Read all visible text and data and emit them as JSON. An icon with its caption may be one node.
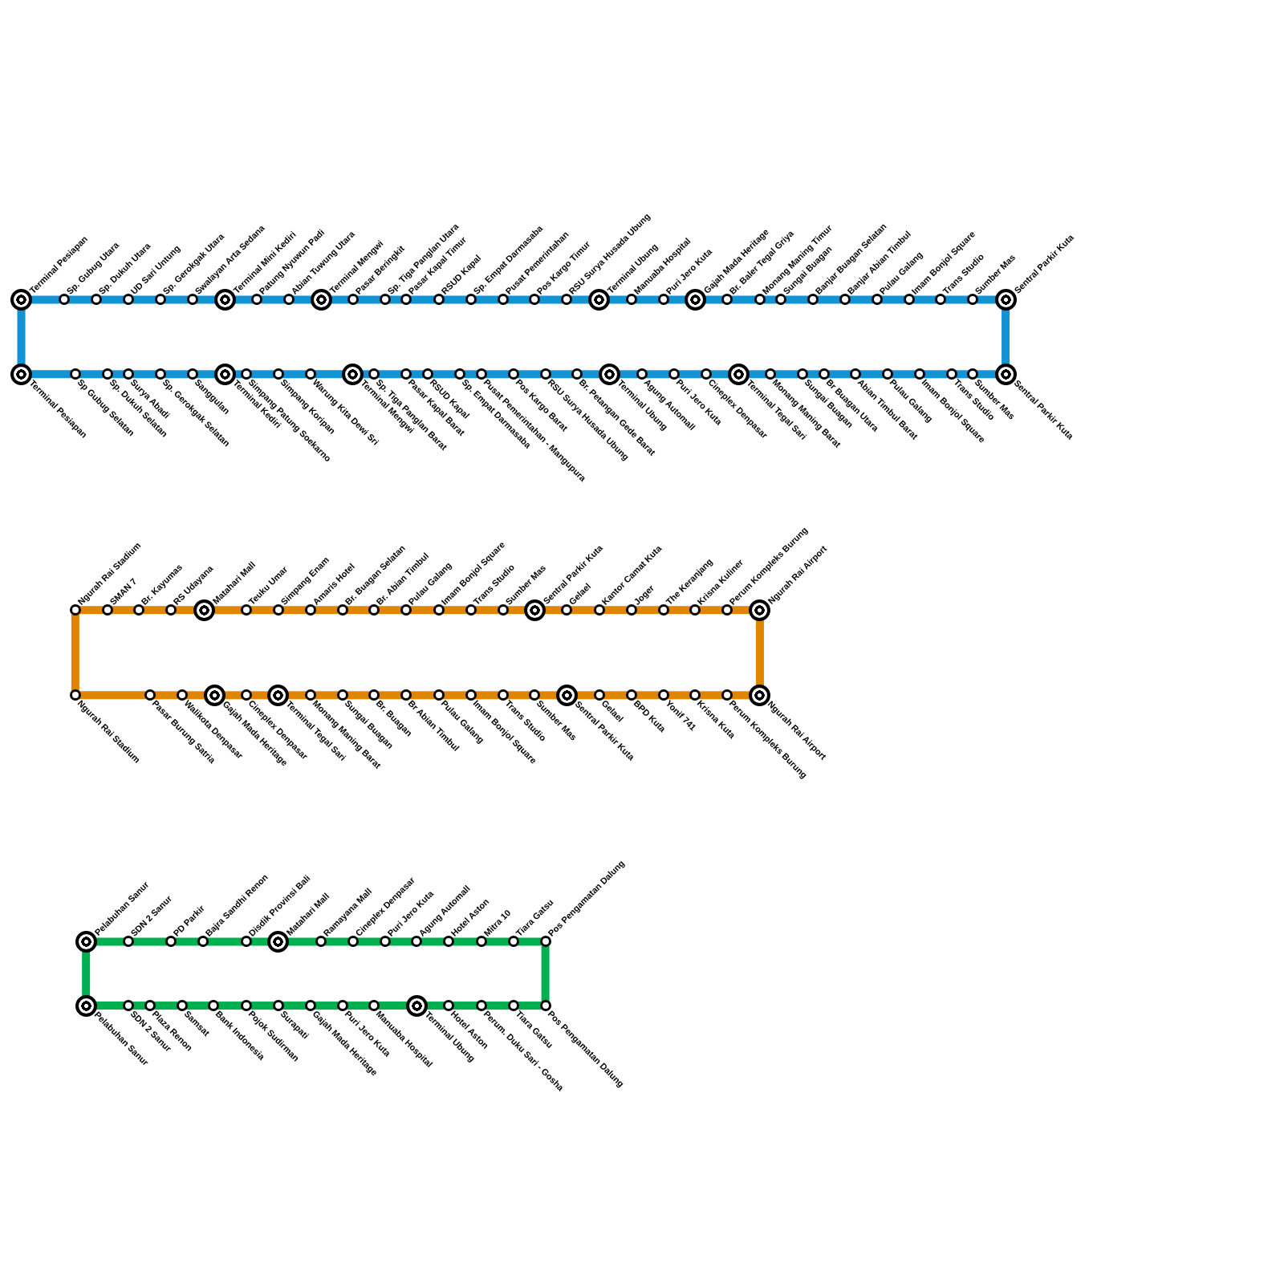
{
  "diagram": {
    "nodes": [
      {
        "text": [
          "Terminal Pesiapan"
        ]
      },
      {
        "text": [
          "Sp. Gubug Utara"
        ]
      },
      {
        "text": [
          "Sp. Dukuh Utara"
        ]
      },
      {
        "text": [
          "UD Sari Untung"
        ]
      },
      {
        "text": [
          "Sp. Gerokgak Utara"
        ]
      },
      {
        "text": [
          "Swalayan Arta Sedana"
        ]
      },
      {
        "text": [
          "Terminal Mini Kediri"
        ]
      },
      {
        "text": [
          "Patung Nyuwun Padi"
        ]
      },
      {
        "text": [
          "Abian Tuwung Utara"
        ]
      },
      {
        "text": [
          "Terminal Mengwi"
        ]
      },
      {
        "text": [
          "Pasar Beringkit"
        ]
      },
      {
        "text": [
          "Sp. Tiga Panglan Utara"
        ]
      },
      {
        "text": [
          "Pasar Kapal Timur"
        ]
      },
      {
        "text": [
          "RSUD Kapal"
        ]
      },
      {
        "text": [
          "Sp. Empat Darmasaba"
        ]
      },
      {
        "text": [
          "Pusat Pemerintahan"
        ]
      },
      {
        "text": [
          "Pos Kargo Timur"
        ]
      },
      {
        "text": [
          "RSU Surya Husada Ubung"
        ]
      },
      {
        "text": [
          "Terminal Ubung"
        ]
      },
      {
        "text": [
          "Manuaba Hospital"
        ]
      },
      {
        "text": [
          "Puri Jero Kuta"
        ]
      },
      {
        "text": [
          "Gajah Mada Heritage"
        ]
      },
      {
        "text": [
          "Br. Baler Tegal Griya"
        ]
      },
      {
        "text": [
          "Monang Maning Timur"
        ]
      },
      {
        "text": [
          "Sungai Buagan"
        ]
      },
      {
        "text": [
          "Banjar Buagan Selatan"
        ]
      },
      {
        "text": [
          "Banjar Abian Timbul"
        ]
      },
      {
        "text": [
          "Pulau Galang"
        ]
      },
      {
        "text": [
          "Imam Bonjol Square"
        ]
      },
      {
        "text": [
          "Trans Studio"
        ]
      },
      {
        "text": [
          "Sumber Mas"
        ]
      },
      {
        "text": [
          "Sentral Parkir Kuta"
        ]
      },
      {
        "text": [
          "Terminal Pesiapan"
        ]
      },
      {
        "text": [
          "Sp Gubug Selatan"
        ]
      },
      {
        "text": [
          "Sp. Dukuh Selatan"
        ]
      },
      {
        "text": [
          "Surya Abadi"
        ]
      },
      {
        "text": [
          "Sp. Gerokgak Selatan"
        ]
      },
      {
        "text": [
          "Sanggulan"
        ]
      },
      {
        "text": [
          "Terminal Kediri"
        ]
      },
      {
        "text": [
          "Simpang Patung Soekarno"
        ]
      },
      {
        "text": [
          "Simpang Koripan"
        ]
      },
      {
        "text": [
          "Warung Kita Dewi Sri"
        ]
      },
      {
        "text": [
          "Terminal Mengwi"
        ]
      },
      {
        "text": [
          "Sp. Tiga Panglan Barat"
        ]
      },
      {
        "text": [
          "Pasar Kapal Barat"
        ]
      },
      {
        "text": [
          "RSUD Kapal"
        ]
      },
      {
        "text": [
          "Sp. Empat Darmasaba"
        ]
      },
      {
        "text": [
          "Pusat Pemerintahan - Mangupura"
        ]
      },
      {
        "text": [
          "Pos Kargo Barat"
        ]
      },
      {
        "text": [
          "RSU Surya Husada Ubung"
        ]
      },
      {
        "text": [
          "Br. Petangan Gede Barat"
        ]
      },
      {
        "text": [
          "Terminal Ubung"
        ]
      },
      {
        "text": [
          "Agung Automall"
        ]
      },
      {
        "text": [
          "Puri Jero Kuta"
        ]
      },
      {
        "text": [
          "Cineplex Denpasar"
        ]
      },
      {
        "text": [
          "Terminal Tegal Sari"
        ]
      },
      {
        "text": [
          "Monang Maning Barat"
        ]
      },
      {
        "text": [
          "Sungai Buagan"
        ]
      },
      {
        "text": [
          "Br Buagan Utara"
        ]
      },
      {
        "text": [
          "Abian Timbul Barat"
        ]
      },
      {
        "text": [
          "Pulau Galang"
        ]
      },
      {
        "text": [
          "Imam Bonjol Square"
        ]
      },
      {
        "text": [
          "Trans Studio"
        ]
      },
      {
        "text": [
          "Sumber Mas"
        ]
      },
      {
        "text": [
          "Sentral Parkir Kuta"
        ]
      },
      {
        "text": [
          "Ngurah Rai Stadium"
        ]
      },
      {
        "text": [
          "SMAN 7"
        ]
      },
      {
        "text": [
          "Br. Kayumas"
        ]
      },
      {
        "text": [
          "RS Udayana"
        ]
      },
      {
        "text": [
          "Matahari Mall"
        ]
      },
      {
        "text": [
          "Teuku Umar"
        ]
      },
      {
        "text": [
          "Simpang Enam"
        ]
      },
      {
        "text": [
          "Amaris Hotel"
        ]
      },
      {
        "text": [
          "Br. Buagan Selatan"
        ]
      },
      {
        "text": [
          "Br. Abian Timbul"
        ]
      },
      {
        "text": [
          "Pulau Galang"
        ]
      },
      {
        "text": [
          "Imam Bonjol Square"
        ]
      },
      {
        "text": [
          "Trans Studio"
        ]
      },
      {
        "text": [
          "Sumber Mas"
        ]
      },
      {
        "text": [
          "Sentral Parkir Kuta"
        ]
      },
      {
        "text": [
          "Gelael"
        ]
      },
      {
        "text": [
          "Kantor Camat Kuta"
        ]
      },
      {
        "text": [
          "Joger"
        ]
      },
      {
        "text": [
          "The Keranjang"
        ]
      },
      {
        "text": [
          "Krisna Kuliner"
        ]
      },
      {
        "text": [
          "Perum Kompleks Burung"
        ]
      },
      {
        "text": [
          "Ngurah Rai Airport"
        ]
      },
      {
        "text": [
          "Ngurah Rai Stadium"
        ]
      },
      {
        "text": [
          "Pasar Burung Satria"
        ]
      },
      {
        "text": [
          "Walikota Denpasar"
        ]
      },
      {
        "text": [
          "Gajah Mada Heritage"
        ]
      },
      {
        "text": [
          "Cineplex Denpasar"
        ]
      },
      {
        "text": [
          "Terminal Tegal Sari"
        ]
      },
      {
        "text": [
          "Monang Maning Barat"
        ]
      },
      {
        "text": [
          "Sungai Buagan"
        ]
      },
      {
        "text": [
          "Br. Buagan"
        ]
      },
      {
        "text": [
          "Br Abian Timbul"
        ]
      },
      {
        "text": [
          "Pulau Galang"
        ]
      },
      {
        "text": [
          "Imam Bonjol Square"
        ]
      },
      {
        "text": [
          "Trans Studio"
        ]
      },
      {
        "text": [
          "Sumber Mas"
        ]
      },
      {
        "text": [
          "Sentral Parkir Kuta"
        ]
      },
      {
        "text": [
          "Gelael"
        ]
      },
      {
        "text": [
          "BPD Kuta"
        ]
      },
      {
        "text": [
          "Yonif 741"
        ]
      },
      {
        "text": [
          "Krisna Kuta"
        ]
      },
      {
        "text": [
          "Perum Kompleks Burung"
        ]
      },
      {
        "text": [
          "Ngurah Rai Airport"
        ]
      },
      {
        "text": [
          "Pelabuhan Sanur"
        ]
      },
      {
        "text": [
          "SDN 2 Sanur"
        ]
      },
      {
        "text": [
          "PD Parkir"
        ]
      },
      {
        "text": [
          "Bajra Sandhi Renon"
        ]
      },
      {
        "text": [
          "Disdik Provinsi Bali"
        ]
      },
      {
        "text": [
          "Matahari Mall"
        ]
      },
      {
        "text": [
          "Ramayana Mall"
        ]
      },
      {
        "text": [
          "Cineplex Denpasar"
        ]
      },
      {
        "text": [
          "Puri Jero Kuta"
        ]
      },
      {
        "text": [
          "Agung Automall"
        ]
      },
      {
        "text": [
          "Hotel Aston"
        ]
      },
      {
        "text": [
          "Mitra 10"
        ]
      },
      {
        "text": [
          "Tiara Gatsu"
        ]
      },
      {
        "text": [
          "Pos Pengamatan Dalung"
        ]
      },
      {
        "text": [
          "Pelabuhan Sanur"
        ]
      },
      {
        "text": [
          "SDN 2 Sanur"
        ]
      },
      {
        "text": [
          "Plaza Renon"
        ]
      },
      {
        "text": [
          "Samsat"
        ]
      },
      {
        "text": [
          "Bank Indonesia"
        ]
      },
      {
        "text": [
          "Pojok Sudirman"
        ]
      },
      {
        "text": [
          "Surapati"
        ]
      },
      {
        "text": [
          "Gajah Mada Heritage"
        ]
      },
      {
        "text": [
          "Puri Jero Kuta"
        ]
      },
      {
        "text": [
          "Manuaba Hospital"
        ]
      },
      {
        "text": [
          "Terminal Ubung"
        ]
      },
      {
        "text": [
          "Hotel Aston"
        ]
      },
      {
        "text": [
          "Perum. Duku Sari - Gosha"
        ]
      },
      {
        "text": [
          "Tiara Gatsu"
        ]
      },
      {
        "text": [
          "Pos Pengamatan Dalung"
        ]
      }
    ],
    "edges": [
      {
        "from": 0,
        "to": 1,
        "arrow": "none"
      },
      {
        "from": 1,
        "to": 2,
        "arrow": "none"
      },
      {
        "from": 2,
        "to": 3,
        "arrow": "none"
      },
      {
        "from": 3,
        "to": 4,
        "arrow": "none"
      },
      {
        "from": 4,
        "to": 5,
        "arrow": "none"
      },
      {
        "from": 5,
        "to": 6,
        "arrow": "none"
      },
      {
        "from": 6,
        "to": 7,
        "arrow": "none"
      },
      {
        "from": 7,
        "to": 8,
        "arrow": "none"
      },
      {
        "from": 8,
        "to": 9,
        "arrow": "none"
      },
      {
        "from": 9,
        "to": 10,
        "arrow": "none"
      },
      {
        "from": 10,
        "to": 11,
        "arrow": "none"
      },
      {
        "from": 11,
        "to": 12,
        "arrow": "none"
      },
      {
        "from": 12,
        "to": 13,
        "arrow": "none"
      },
      {
        "from": 13,
        "to": 14,
        "arrow": "none"
      },
      {
        "from": 14,
        "to": 15,
        "arrow": "none"
      },
      {
        "from": 15,
        "to": 16,
        "arrow": "none"
      },
      {
        "from": 16,
        "to": 17,
        "arrow": "none"
      },
      {
        "from": 17,
        "to": 18,
        "arrow": "none"
      },
      {
        "from": 18,
        "to": 19,
        "arrow": "none"
      },
      {
        "from": 19,
        "to": 20,
        "arrow": "none"
      },
      {
        "from": 20,
        "to": 21,
        "arrow": "none"
      },
      {
        "from": 21,
        "to": 22,
        "arrow": "none"
      },
      {
        "from": 22,
        "to": 23,
        "arrow": "none"
      },
      {
        "from": 23,
        "to": 24,
        "arrow": "none"
      },
      {
        "from": 24,
        "to": 25,
        "arrow": "none"
      },
      {
        "from": 25,
        "to": 26,
        "arrow": "none"
      },
      {
        "from": 26,
        "to": 27,
        "arrow": "none"
      },
      {
        "from": 27,
        "to": 28,
        "arrow": "none"
      },
      {
        "from": 28,
        "to": 29,
        "arrow": "none"
      },
      {
        "from": 29,
        "to": 30,
        "arrow": "none"
      },
      {
        "from": 30,
        "to": 31,
        "arrow": "none"
      },
      {
        "from": 31,
        "to": 64,
        "arrow": "none"
      },
      {
        "from": 32,
        "to": 0,
        "arrow": "none"
      },
      {
        "from": 32,
        "to": 33,
        "arrow": "none"
      },
      {
        "from": 33,
        "to": 34,
        "arrow": "none"
      },
      {
        "from": 34,
        "to": 35,
        "arrow": "none"
      },
      {
        "from": 35,
        "to": 36,
        "arrow": "none"
      },
      {
        "from": 36,
        "to": 37,
        "arrow": "none"
      },
      {
        "from": 37,
        "to": 38,
        "arrow": "none"
      },
      {
        "from": 38,
        "to": 39,
        "arrow": "none"
      },
      {
        "from": 39,
        "to": 40,
        "arrow": "none"
      },
      {
        "from": 40,
        "to": 41,
        "arrow": "none"
      },
      {
        "from": 41,
        "to": 42,
        "arrow": "none"
      },
      {
        "from": 42,
        "to": 43,
        "arrow": "none"
      },
      {
        "from": 43,
        "to": 44,
        "arrow": "none"
      },
      {
        "from": 44,
        "to": 45,
        "arrow": "none"
      },
      {
        "from": 45,
        "to": 46,
        "arrow": "none"
      },
      {
        "from": 46,
        "to": 47,
        "arrow": "none"
      },
      {
        "from": 47,
        "to": 48,
        "arrow": "none"
      },
      {
        "from": 48,
        "to": 49,
        "arrow": "none"
      },
      {
        "from": 49,
        "to": 50,
        "arrow": "none"
      },
      {
        "from": 50,
        "to": 51,
        "arrow": "none"
      },
      {
        "from": 51,
        "to": 52,
        "arrow": "none"
      },
      {
        "from": 52,
        "to": 53,
        "arrow": "none"
      },
      {
        "from": 53,
        "to": 54,
        "arrow": "none"
      },
      {
        "from": 54,
        "to": 55,
        "arrow": "none"
      },
      {
        "from": 55,
        "to": 56,
        "arrow": "none"
      },
      {
        "from": 56,
        "to": 57,
        "arrow": "none"
      },
      {
        "from": 57,
        "to": 58,
        "arrow": "none"
      },
      {
        "from": 58,
        "to": 59,
        "arrow": "none"
      },
      {
        "from": 59,
        "to": 60,
        "arrow": "none"
      },
      {
        "from": 60,
        "to": 61,
        "arrow": "none"
      },
      {
        "from": 61,
        "to": 62,
        "arrow": "none"
      },
      {
        "from": 62,
        "to": 63,
        "arrow": "none"
      },
      {
        "from": 63,
        "to": 64,
        "arrow": "none"
      },
      {
        "from": 65,
        "to": 66,
        "arrow": "none",
        "color": "#df8600"
      },
      {
        "from": 66,
        "to": 67,
        "arrow": "none",
        "color": "#df8600"
      },
      {
        "from": 67,
        "to": 68,
        "arrow": "none",
        "color": "#df8600"
      },
      {
        "from": 68,
        "to": 69,
        "arrow": "none",
        "color": "#df8600"
      },
      {
        "from": 69,
        "to": 70,
        "arrow": "none",
        "color": "#df8600"
      },
      {
        "from": 70,
        "to": 71,
        "arrow": "none",
        "color": "#df8600"
      },
      {
        "from": 71,
        "to": 72,
        "arrow": "none",
        "color": "#df8600"
      },
      {
        "from": 72,
        "to": 73,
        "arrow": "none",
        "color": "#df8600"
      },
      {
        "from": 73,
        "to": 74,
        "arrow": "none",
        "color": "#df8600"
      },
      {
        "from": 74,
        "to": 75,
        "arrow": "none",
        "color": "#df8600"
      },
      {
        "from": 75,
        "to": 76,
        "arrow": "none",
        "color": "#df8600"
      },
      {
        "from": 76,
        "to": 77,
        "arrow": "none",
        "color": "#df8600"
      },
      {
        "from": 77,
        "to": 78,
        "arrow": "none",
        "color": "#df8600"
      },
      {
        "from": 78,
        "to": 79,
        "arrow": "none",
        "color": "#df8600"
      },
      {
        "from": 79,
        "to": 80,
        "arrow": "none",
        "color": "#df8600"
      },
      {
        "from": 80,
        "to": 81,
        "arrow": "none",
        "color": "#df8600"
      },
      {
        "from": 81,
        "to": 82,
        "arrow": "none",
        "color": "#df8600"
      },
      {
        "from": 82,
        "to": 83,
        "arrow": "none",
        "color": "#df8600"
      },
      {
        "from": 83,
        "to": 84,
        "arrow": "none",
        "color": "#df8600"
      },
      {
        "from": 84,
        "to": 85,
        "arrow": "none",
        "color": "#df8600"
      },
      {
        "from": 85,
        "to": 86,
        "arrow": "none",
        "color": "#df8600"
      },
      {
        "from": 86,
        "to": 107,
        "arrow": "none",
        "color": "#df8600"
      },
      {
        "from": 65,
        "to": 87,
        "arrow": "none",
        "color": "#df8600"
      },
      {
        "from": 87,
        "to": 88,
        "arrow": "none",
        "color": "#df8600"
      },
      {
        "from": 88,
        "to": 89,
        "arrow": "none",
        "color": "#df8600"
      },
      {
        "from": 89,
        "to": 90,
        "arrow": "none",
        "color": "#df8600"
      },
      {
        "from": 90,
        "to": 91,
        "arrow": "none",
        "color": "#df8600"
      },
      {
        "from": 91,
        "to": 92,
        "arrow": "none",
        "color": "#df8600"
      },
      {
        "from": 92,
        "to": 93,
        "arrow": "none",
        "color": "#df8600"
      },
      {
        "from": 93,
        "to": 94,
        "arrow": "none",
        "color": "#df8600"
      },
      {
        "from": 94,
        "to": 95,
        "arrow": "none",
        "color": "#df8600"
      },
      {
        "from": 95,
        "to": 96,
        "arrow": "none",
        "color": "#df8600"
      },
      {
        "from": 96,
        "to": 97,
        "arrow": "none",
        "color": "#df8600"
      },
      {
        "from": 97,
        "to": 98,
        "arrow": "none",
        "color": "#df8600"
      },
      {
        "from": 98,
        "to": 99,
        "arrow": "none",
        "color": "#df8600"
      },
      {
        "from": 99,
        "to": 100,
        "arrow": "none",
        "color": "#df8600"
      },
      {
        "from": 100,
        "to": 101,
        "arrow": "none",
        "color": "#df8600"
      },
      {
        "from": 101,
        "to": 102,
        "arrow": "none",
        "color": "#df8600"
      },
      {
        "from": 102,
        "to": 103,
        "arrow": "none",
        "color": "#df8600"
      },
      {
        "from": 103,
        "to": 104,
        "arrow": "none",
        "color": "#df8600"
      },
      {
        "from": 104,
        "to": 105,
        "arrow": "none",
        "color": "#df8600"
      },
      {
        "from": 105,
        "to": 106,
        "arrow": "none",
        "color": "#df8600"
      },
      {
        "from": 106,
        "to": 107,
        "arrow": "none",
        "color": "#df8600"
      },
      {
        "from": 108,
        "to": 109,
        "arrow": "none",
        "color": "#00b050"
      },
      {
        "from": 109,
        "to": 110,
        "arrow": "none",
        "color": "#00b050"
      },
      {
        "from": 110,
        "to": 111,
        "arrow": "none",
        "color": "#00b050"
      },
      {
        "from": 111,
        "to": 112,
        "arrow": "none",
        "color": "#00b050"
      },
      {
        "from": 112,
        "to": 113,
        "arrow": "none",
        "color": "#00b050"
      },
      {
        "from": 113,
        "to": 114,
        "arrow": "none",
        "color": "#00b050"
      },
      {
        "from": 114,
        "to": 115,
        "arrow": "none",
        "color": "#00b050"
      },
      {
        "from": 115,
        "to": 116,
        "arrow": "none",
        "color": "#00b050"
      },
      {
        "from": 116,
        "to": 117,
        "arrow": "none",
        "color": "#00b050"
      },
      {
        "from": 117,
        "to": 118,
        "arrow": "none",
        "color": "#00b050"
      },
      {
        "from": 118,
        "to": 119,
        "arrow": "none",
        "color": "#00b050"
      },
      {
        "from": 119,
        "to": 120,
        "arrow": "none",
        "color": "#00b050"
      },
      {
        "from": 120,
        "to": 121,
        "arrow": "none",
        "color": "#00b050"
      },
      {
        "from": 121,
        "to": 136,
        "arrow": "none",
        "color": "#00b050"
      },
      {
        "from": 108,
        "to": 122,
        "arrow": "none",
        "color": "#00b050"
      },
      {
        "from": 122,
        "to": 123,
        "arrow": "none",
        "color": "#00b050"
      },
      {
        "from": 123,
        "to": 124,
        "arrow": "none",
        "color": "#00b050"
      },
      {
        "from": 124,
        "to": 125,
        "arrow": "none",
        "color": "#00b050"
      },
      {
        "from": 125,
        "to": 126,
        "arrow": "none",
        "color": "#00b050"
      },
      {
        "from": 126,
        "to": 127,
        "arrow": "none",
        "color": "#00b050"
      },
      {
        "from": 127,
        "to": 128,
        "arrow": "none",
        "color": "#00b050"
      },
      {
        "from": 128,
        "to": 129,
        "arrow": "none",
        "color": "#00b050"
      },
      {
        "from": 129,
        "to": 130,
        "arrow": "none",
        "color": "#00b050"
      },
      {
        "from": 130,
        "to": 131,
        "arrow": "none",
        "color": "#00b050"
      },
      {
        "from": 131,
        "to": 132,
        "arrow": "none",
        "color": "#00b050"
      },
      {
        "from": 132,
        "to": 133,
        "arrow": "none",
        "color": "#00b050"
      },
      {
        "from": 133,
        "to": 134,
        "arrow": "none",
        "color": "#00b050"
      },
      {
        "from": 134,
        "to": 135,
        "arrow": "none",
        "color": "#00b050"
      },
      {
        "from": 135,
        "to": 136,
        "arrow": "none",
        "color": "#00b050"
      }
    ]
  }
}
